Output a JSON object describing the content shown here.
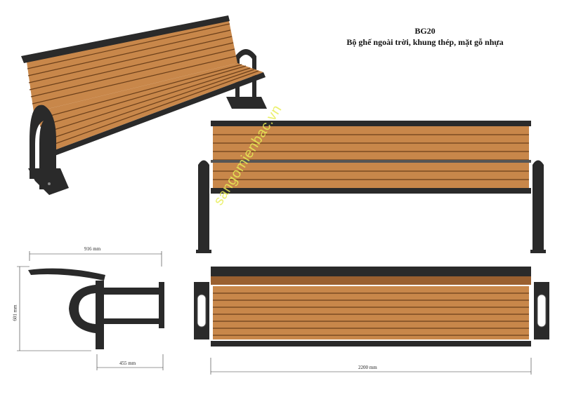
{
  "title": {
    "code": "BG20",
    "description": "Bộ ghế ngoài trời, khung thép, mặt gỗ nhựa"
  },
  "dimensions": {
    "depth": "916 mm",
    "height": "601 mm",
    "seat_depth": "455 mm",
    "length": "2200 mm"
  },
  "watermark": "sangomienbac.vn",
  "colors": {
    "wood": "#c8874a",
    "wood_dark": "#9a6030",
    "steel": "#2a2a2a",
    "line": "#333333"
  }
}
